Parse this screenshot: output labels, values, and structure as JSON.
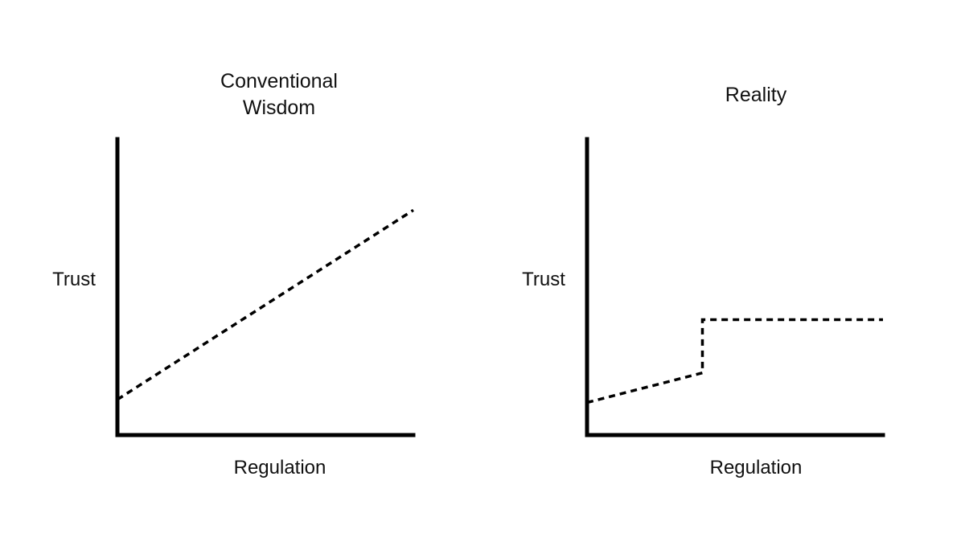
{
  "chart_data": [
    {
      "type": "line",
      "title": "Conventional Wisdom",
      "title_lines": [
        "Conventional",
        "Wisdom"
      ],
      "xlabel": "Regulation",
      "ylabel": "Trust",
      "xlim": [
        0,
        1
      ],
      "ylim": [
        0,
        1
      ],
      "grid": false,
      "series": [
        {
          "line_style": "dashed",
          "x": [
            0,
            1
          ],
          "y": [
            0.12,
            0.76
          ]
        }
      ]
    },
    {
      "type": "line",
      "title": "Reality",
      "title_lines": [
        "Reality"
      ],
      "xlabel": "Regulation",
      "ylabel": "Trust",
      "xlim": [
        0,
        1
      ],
      "ylim": [
        0,
        1
      ],
      "grid": false,
      "series": [
        {
          "line_style": "dashed",
          "x": [
            0,
            0.39,
            0.39,
            1
          ],
          "y": [
            0.11,
            0.21,
            0.39,
            0.39
          ]
        }
      ]
    }
  ]
}
